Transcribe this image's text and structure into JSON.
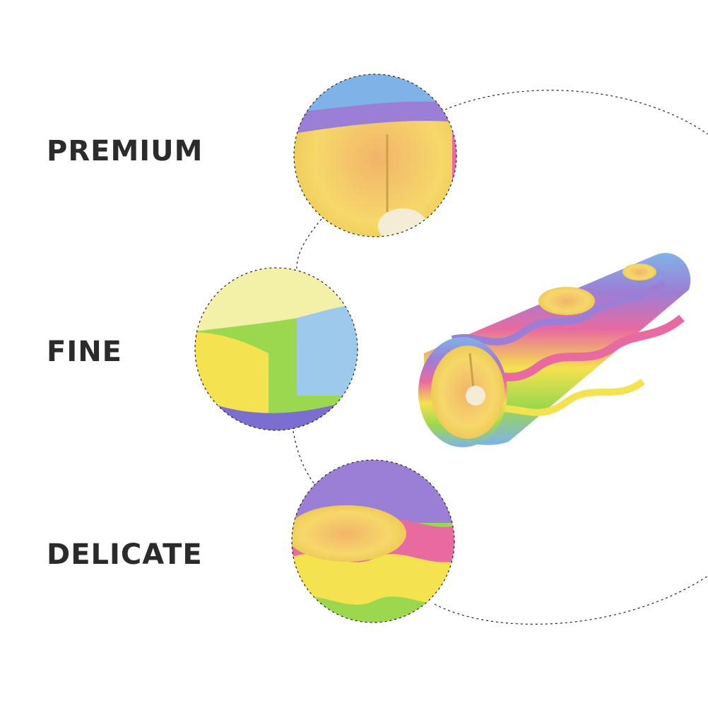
{
  "features": [
    {
      "label": "PREMIUM"
    },
    {
      "label": "FINE"
    },
    {
      "label": "DELICATE"
    }
  ],
  "colors": {
    "text": "#2b2b2b",
    "dash": "#222222",
    "stripe_blue": "#7fb3e8",
    "stripe_purple": "#9b7fd6",
    "stripe_pink": "#e86aa0",
    "stripe_yellow": "#f4e24e",
    "stripe_green": "#9bd84e",
    "lining_yellow": "#f6d86a",
    "lining_orange": "#f2b46a"
  }
}
